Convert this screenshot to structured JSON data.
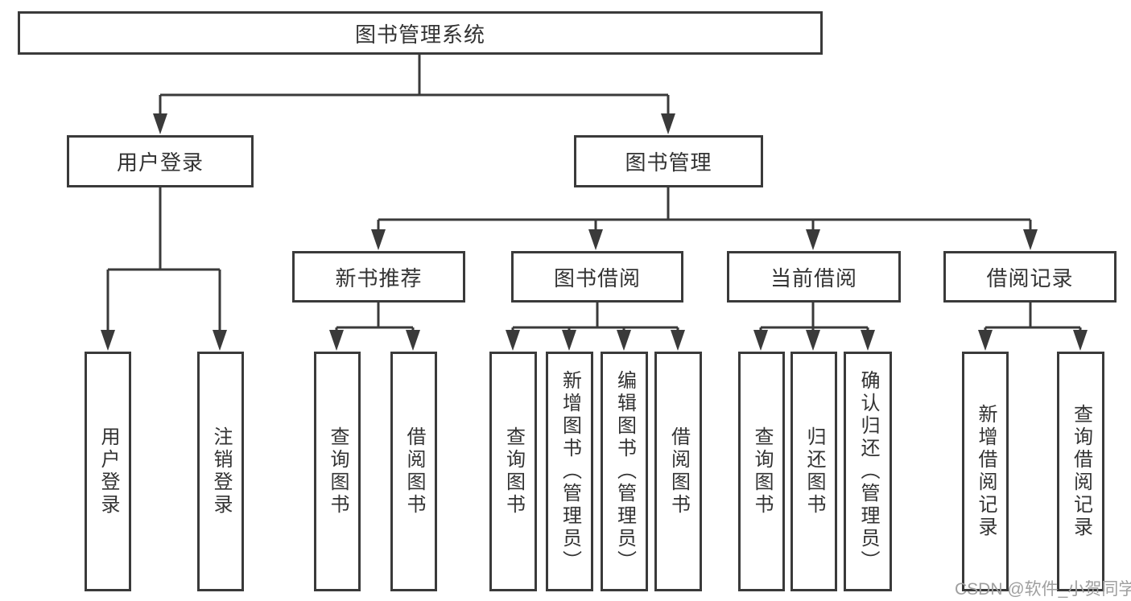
{
  "tree": {
    "label": "图书管理系统",
    "children": [
      {
        "label": "用户登录",
        "children": [
          {
            "label": "用户登录"
          },
          {
            "label": "注销登录"
          }
        ]
      },
      {
        "label": "图书管理",
        "children": [
          {
            "label": "新书推荐",
            "children": [
              {
                "label": "查询图书"
              },
              {
                "label": "借阅图书"
              }
            ]
          },
          {
            "label": "图书借阅",
            "children": [
              {
                "label": "查询图书"
              },
              {
                "label": "新增图书（管理员）"
              },
              {
                "label": "编辑图书（管理员）"
              },
              {
                "label": "借阅图书"
              }
            ]
          },
          {
            "label": "当前借阅",
            "children": [
              {
                "label": "查询图书"
              },
              {
                "label": "归还图书"
              },
              {
                "label": "确认归还（管理员）"
              }
            ]
          },
          {
            "label": "借阅记录",
            "children": [
              {
                "label": "新增借阅记录"
              },
              {
                "label": "查询借阅记录"
              }
            ]
          }
        ]
      }
    ]
  },
  "watermark": {
    "text": "CSDN @软件_小贺同学"
  },
  "colors": {
    "line": "#3a3a3a",
    "text": "#333333",
    "watermark": "#9f9f9f",
    "background": "#ffffff"
  }
}
